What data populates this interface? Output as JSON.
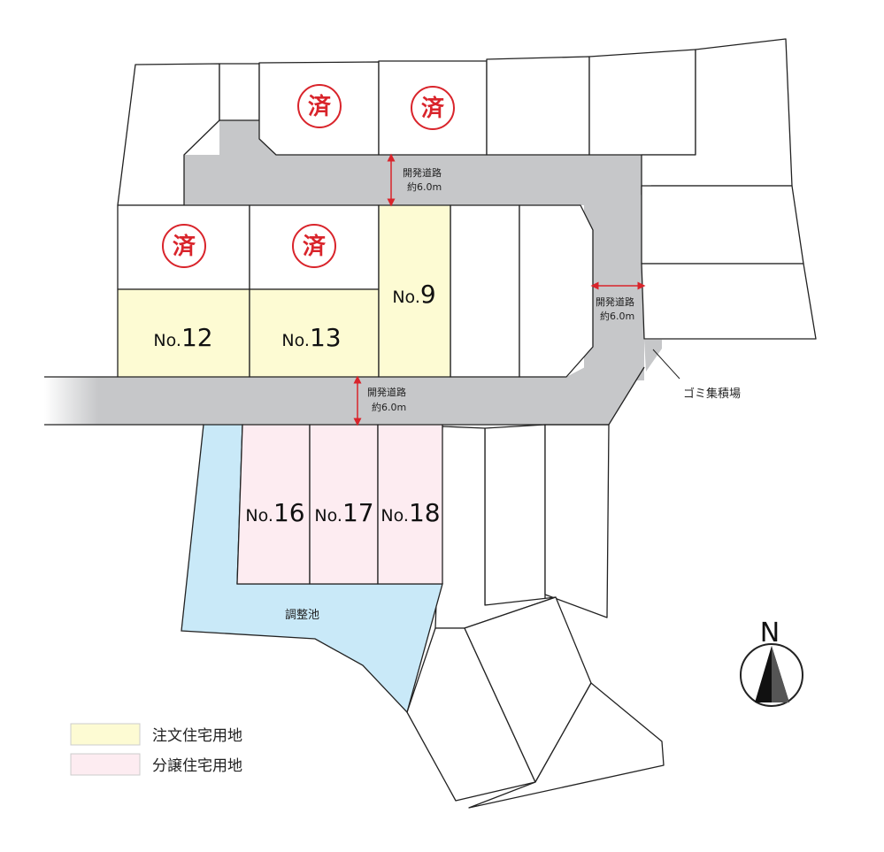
{
  "colors": {
    "road": "#c6c7c9",
    "custom_home_lot": "#fdfbd3",
    "subdivided_home_lot": "#fdecf1",
    "retention_pond": "#c9e9f8",
    "sold_mark": "#d9242b",
    "dimension_arrow": "#d9242b"
  },
  "sold_marks": [
    {
      "label": "済"
    },
    {
      "label": "済"
    },
    {
      "label": "済"
    },
    {
      "label": "済"
    }
  ],
  "lots": [
    {
      "prefix": "No.",
      "number": "12",
      "type": "custom_home_lot"
    },
    {
      "prefix": "No.",
      "number": "13",
      "type": "custom_home_lot"
    },
    {
      "prefix": "No.",
      "number": "9",
      "type": "custom_home_lot"
    },
    {
      "prefix": "No.",
      "number": "16",
      "type": "subdivided_home_lot"
    },
    {
      "prefix": "No.",
      "number": "17",
      "type": "subdivided_home_lot"
    },
    {
      "prefix": "No.",
      "number": "18",
      "type": "subdivided_home_lot"
    }
  ],
  "roads": [
    {
      "name": "開発道路",
      "width": "約6.0m"
    },
    {
      "name": "開発道路",
      "width": "約6.0m"
    },
    {
      "name": "開発道路",
      "width": "約6.0m"
    }
  ],
  "garbage_station": "ゴミ集積場",
  "pond": "調整池",
  "north": "N",
  "legend": [
    {
      "label": "注文住宅用地",
      "type": "custom_home_lot"
    },
    {
      "label": "分譲住宅用地",
      "type": "subdivided_home_lot"
    }
  ]
}
